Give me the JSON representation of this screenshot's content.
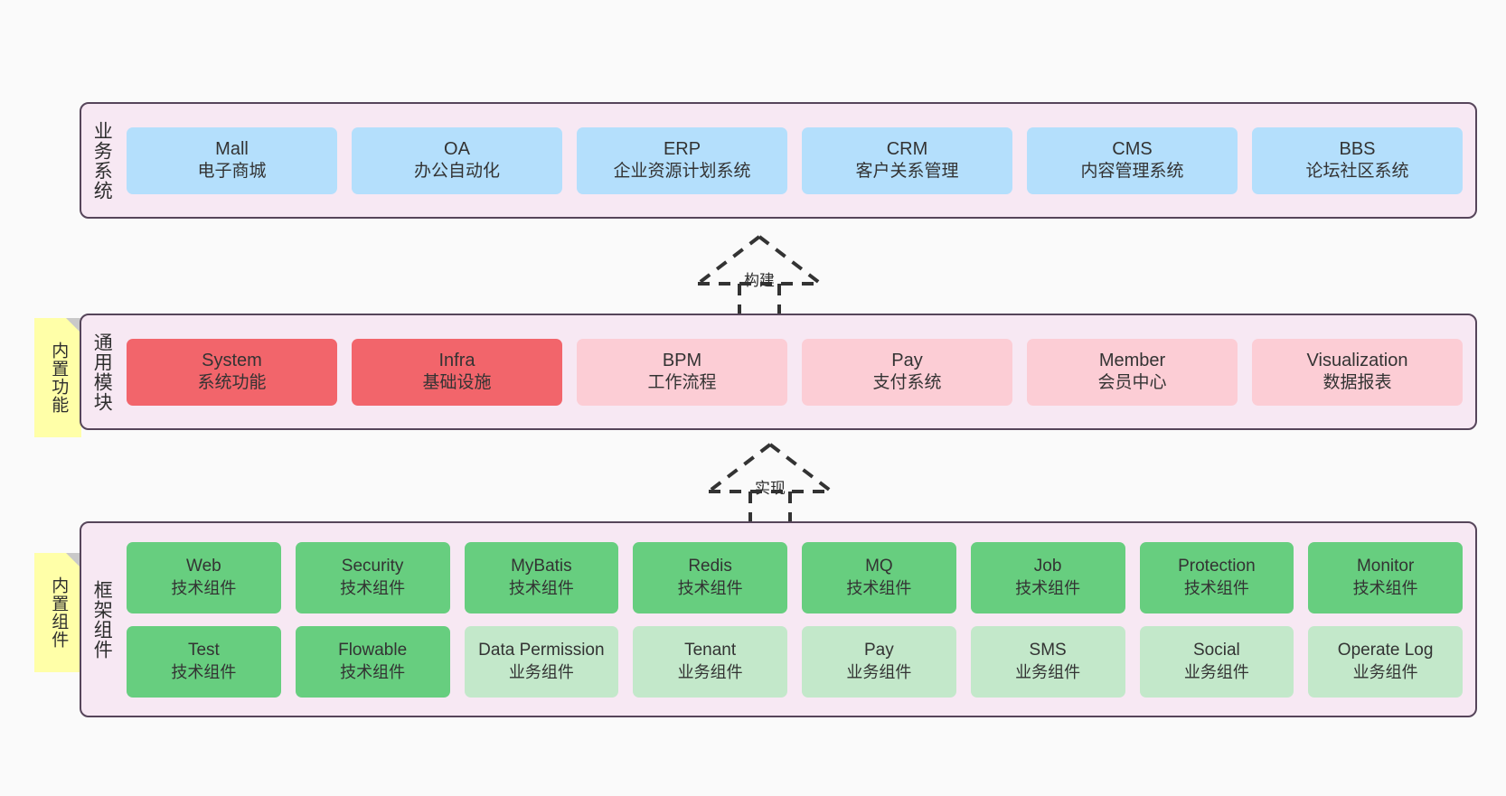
{
  "diagram": {
    "background_color": "#fafafa",
    "layer_fill": "#f7e8f3",
    "layer_border": "#56455a",
    "sticky_color": "#ffffa8"
  },
  "layers": [
    {
      "id": "business",
      "title": "业务系统",
      "rows": [
        {
          "cards": [
            {
              "en": "Mall",
              "cn": "电子商城",
              "color": "#b4dffc",
              "style": "c-blue"
            },
            {
              "en": "OA",
              "cn": "办公自动化",
              "color": "#b4dffc",
              "style": "c-blue"
            },
            {
              "en": "ERP",
              "cn": "企业资源计划系统",
              "color": "#b4dffc",
              "style": "c-blue"
            },
            {
              "en": "CRM",
              "cn": "客户关系管理",
              "color": "#b4dffc",
              "style": "c-blue"
            },
            {
              "en": "CMS",
              "cn": "内容管理系统",
              "color": "#b4dffc",
              "style": "c-blue"
            },
            {
              "en": "BBS",
              "cn": "论坛社区系统",
              "color": "#b4dffc",
              "style": "c-blue"
            }
          ]
        }
      ]
    },
    {
      "id": "common",
      "title": "通用模块",
      "sticky": "内置功能",
      "rows": [
        {
          "cards": [
            {
              "en": "System",
              "cn": "系统功能",
              "color": "#f2656b",
              "style": "c-red"
            },
            {
              "en": "Infra",
              "cn": "基础设施",
              "color": "#f2656b",
              "style": "c-red"
            },
            {
              "en": "BPM",
              "cn": "工作流程",
              "color": "#fccdd5",
              "style": "c-pink"
            },
            {
              "en": "Pay",
              "cn": "支付系统",
              "color": "#fccdd5",
              "style": "c-pink"
            },
            {
              "en": "Member",
              "cn": "会员中心",
              "color": "#fccdd5",
              "style": "c-pink"
            },
            {
              "en": "Visualization",
              "cn": "数据报表",
              "color": "#fccdd5",
              "style": "c-pink"
            }
          ]
        }
      ]
    },
    {
      "id": "framework",
      "title": "框架组件",
      "sticky": "内置组件",
      "rows": [
        {
          "cards": [
            {
              "en": "Web",
              "cn": "技术组件",
              "color": "#67ce7f",
              "style": "c-green"
            },
            {
              "en": "Security",
              "cn": "技术组件",
              "color": "#67ce7f",
              "style": "c-green"
            },
            {
              "en": "MyBatis",
              "cn": "技术组件",
              "color": "#67ce7f",
              "style": "c-green"
            },
            {
              "en": "Redis",
              "cn": "技术组件",
              "color": "#67ce7f",
              "style": "c-green"
            },
            {
              "en": "MQ",
              "cn": "技术组件",
              "color": "#67ce7f",
              "style": "c-green"
            },
            {
              "en": "Job",
              "cn": "技术组件",
              "color": "#67ce7f",
              "style": "c-green"
            },
            {
              "en": "Protection",
              "cn": "技术组件",
              "color": "#67ce7f",
              "style": "c-green"
            },
            {
              "en": "Monitor",
              "cn": "技术组件",
              "color": "#67ce7f",
              "style": "c-green"
            }
          ]
        },
        {
          "cards": [
            {
              "en": "Test",
              "cn": "技术组件",
              "color": "#67ce7f",
              "style": "c-green"
            },
            {
              "en": "Flowable",
              "cn": "技术组件",
              "color": "#67ce7f",
              "style": "c-green"
            },
            {
              "en": "Data Permission",
              "cn": "业务组件",
              "color": "#c3e8ca",
              "style": "c-lightgreen"
            },
            {
              "en": "Tenant",
              "cn": "业务组件",
              "color": "#c3e8ca",
              "style": "c-lightgreen"
            },
            {
              "en": "Pay",
              "cn": "业务组件",
              "color": "#c3e8ca",
              "style": "c-lightgreen"
            },
            {
              "en": "SMS",
              "cn": "业务组件",
              "color": "#c3e8ca",
              "style": "c-lightgreen"
            },
            {
              "en": "Social",
              "cn": "业务组件",
              "color": "#c3e8ca",
              "style": "c-lightgreen"
            },
            {
              "en": "Operate Log",
              "cn": "业务组件",
              "color": "#c3e8ca",
              "style": "c-lightgreen"
            }
          ]
        }
      ]
    }
  ],
  "arrows": [
    {
      "id": "build",
      "label": "构建",
      "style": "dashed-hollow-triangle",
      "direction": "up"
    },
    {
      "id": "impl",
      "label": "实现",
      "style": "dashed-hollow-triangle",
      "direction": "up"
    }
  ]
}
